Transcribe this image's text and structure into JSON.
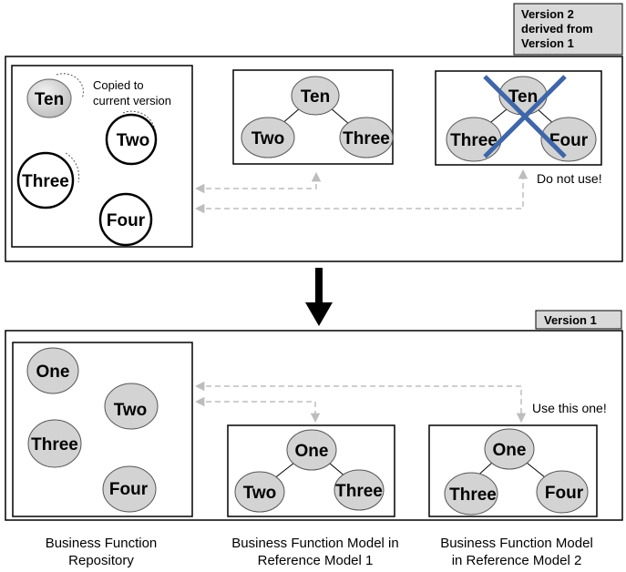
{
  "top_section": {
    "version_tag": [
      "Version 2",
      "derived from",
      "Version 1"
    ],
    "repository_note": [
      "Copied to",
      "current version"
    ],
    "repository_nodes": [
      "Ten",
      "Two",
      "Three",
      "Four"
    ],
    "model1_nodes": [
      "Ten",
      "Two",
      "Three"
    ],
    "model2_nodes": [
      "Ten",
      "Three",
      "Four"
    ],
    "model2_note": "Do not use!"
  },
  "bottom_section": {
    "version_tag": "Version 1",
    "repository_nodes": [
      "One",
      "Two",
      "Three",
      "Four"
    ],
    "model1_nodes": [
      "One",
      "Two",
      "Three"
    ],
    "model2_nodes": [
      "One",
      "Three",
      "Four"
    ],
    "model2_note": "Use this one!",
    "captions": {
      "repository": [
        "Business Function",
        "Repository"
      ],
      "model1": [
        "Business Function Model in",
        "Reference Model 1"
      ],
      "model2": [
        "Business Function Model",
        "in Reference Model 2"
      ]
    }
  },
  "colors": {
    "node_fill": "#d3d3d3",
    "tag_fill": "#d9d9d9",
    "cross": "#3e66a8",
    "dashed_arrow": "#bdbdbd"
  }
}
